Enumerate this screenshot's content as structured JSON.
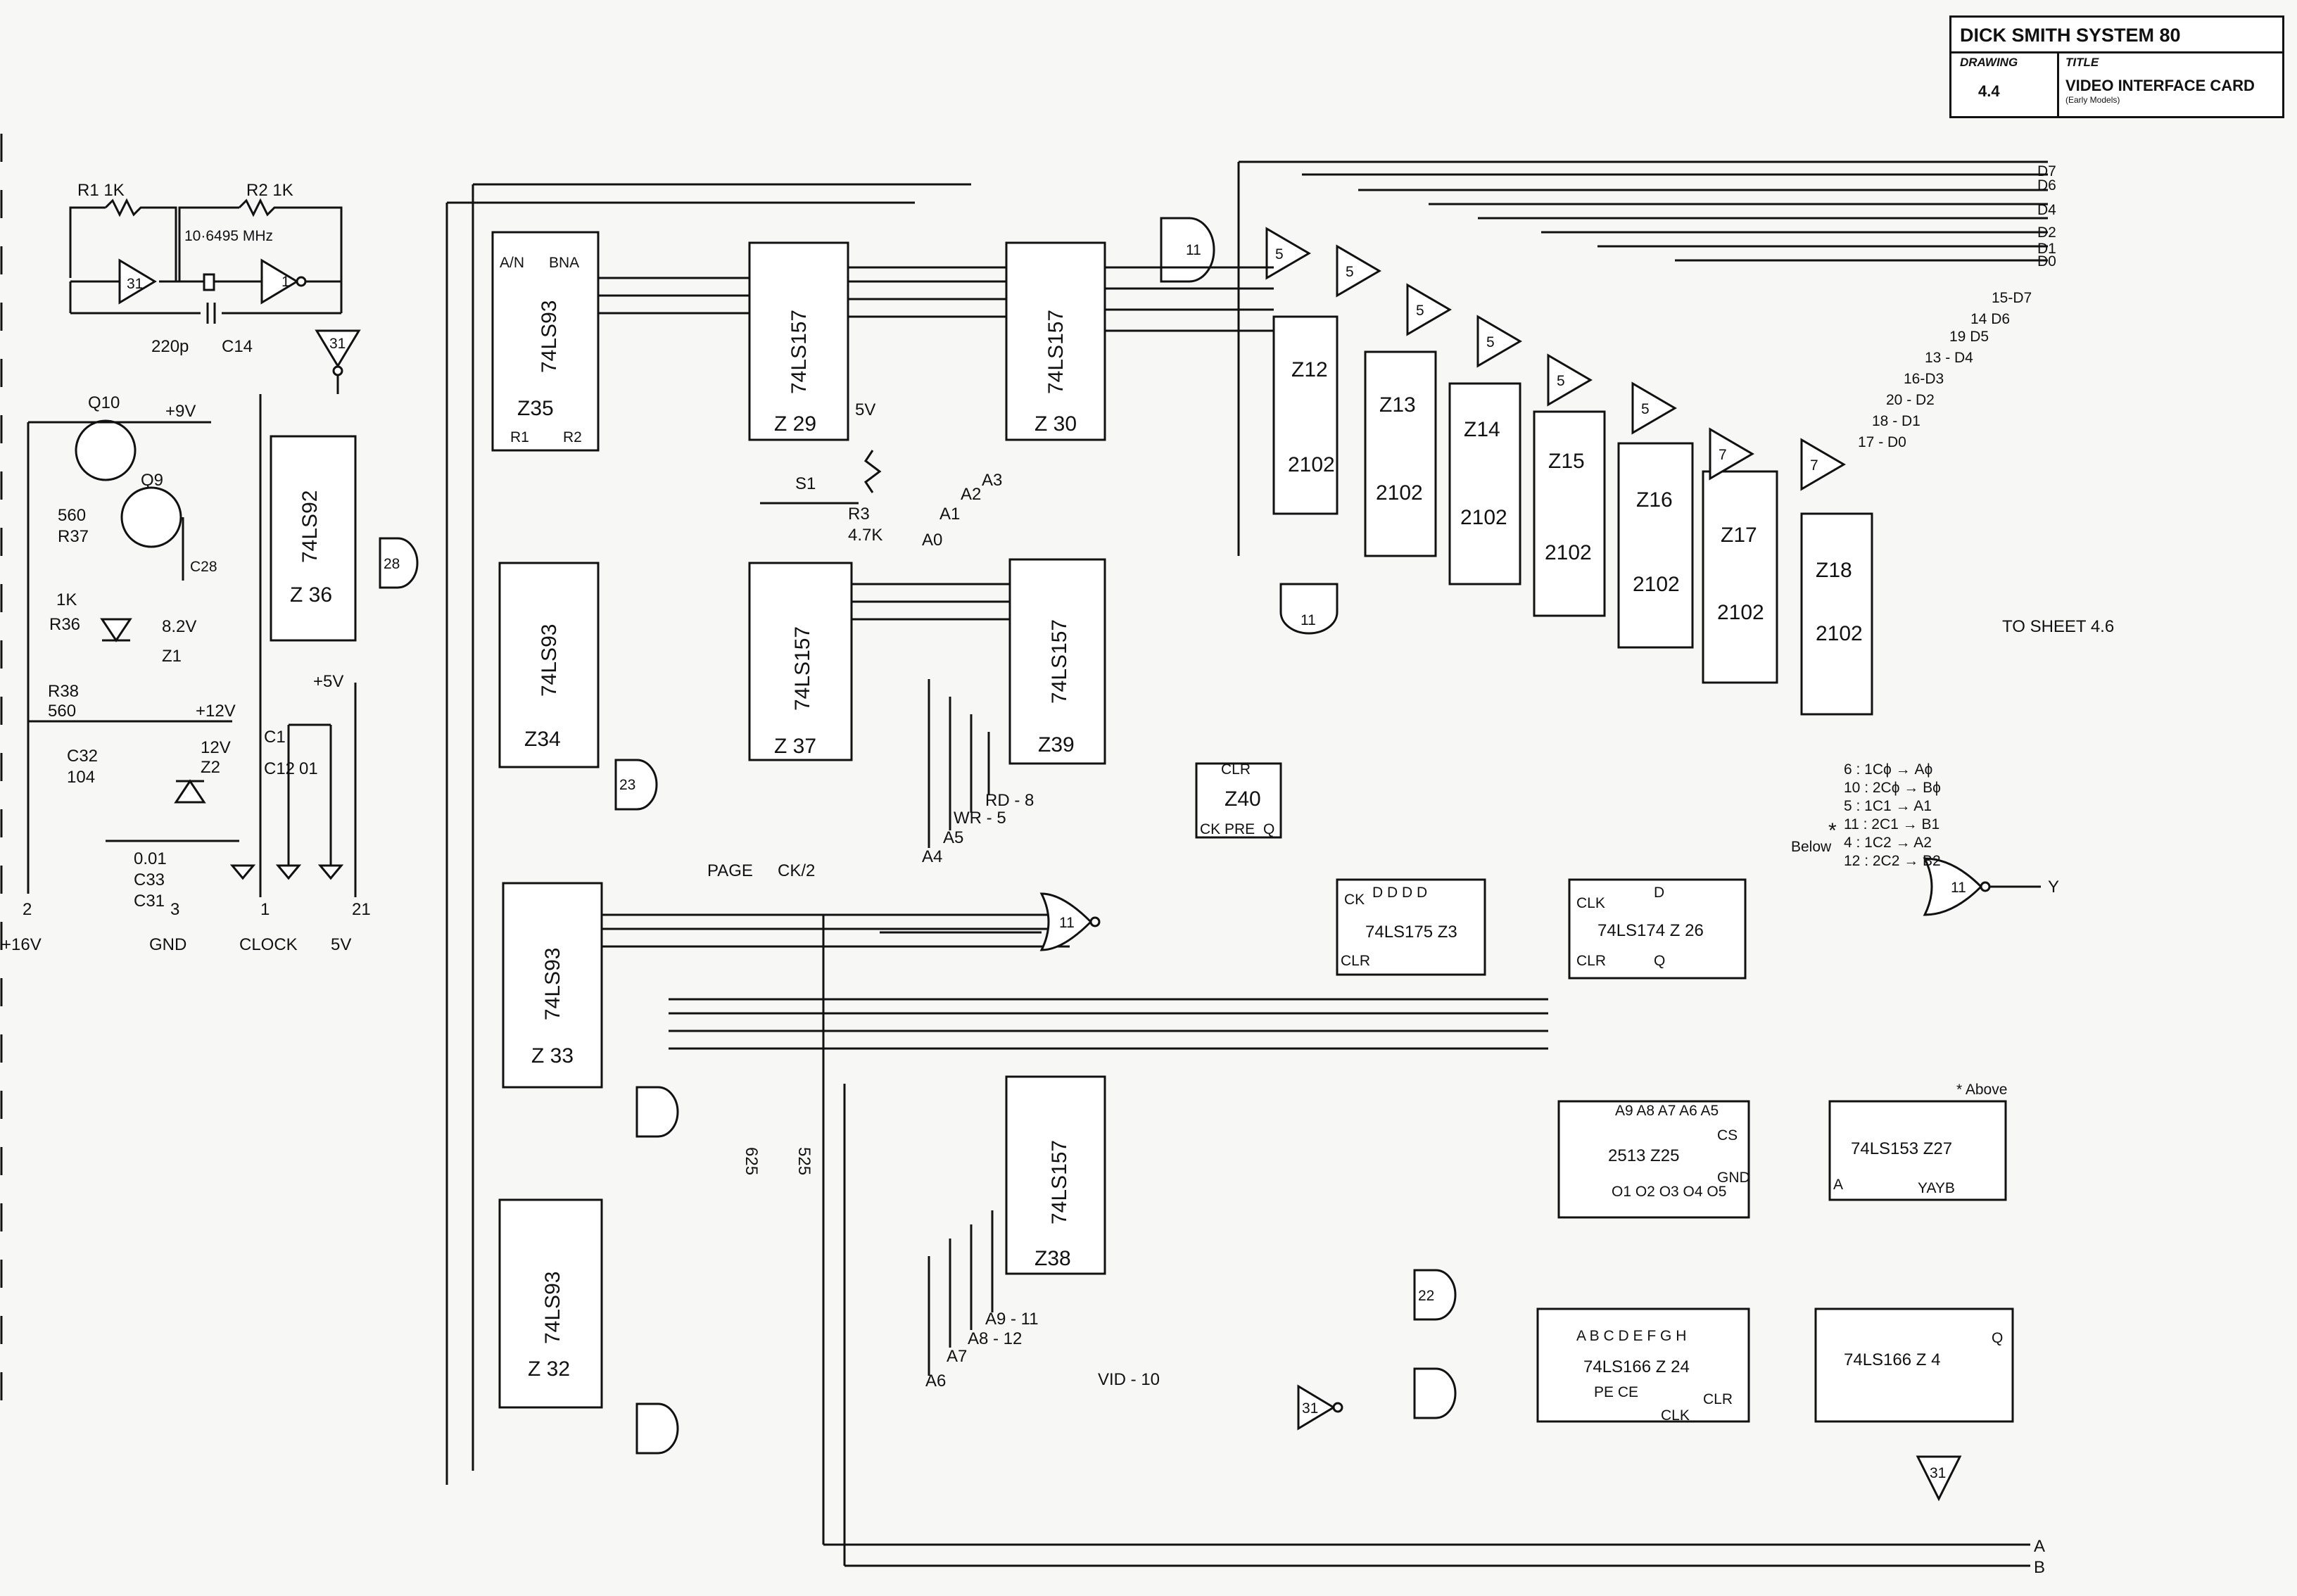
{
  "title_block": {
    "header": "DICK SMITH SYSTEM 80",
    "drawing_label": "DRAWING",
    "drawing_number": "4.4",
    "title_label": "TITLE",
    "title": "VIDEO INTERFACE CARD",
    "subtitle": "(Early Models)"
  },
  "sheet_ref": "TO SHEET 4.6",
  "clock": {
    "r1": "R1 1K",
    "r2": "R2 1K",
    "crystal": "10·6495 MHz",
    "cap": "220p",
    "cap_name": "C14"
  },
  "power": {
    "q10": "Q10",
    "q9": "Q9",
    "v9": "+9V",
    "r37v": "560",
    "r37": "R37",
    "c28": "C28",
    "r36v": "1K",
    "r36": "R36",
    "z1v": "8.2V",
    "z1": "Z1",
    "r38": "R38",
    "r38v": "560",
    "c32": "C32",
    "c32v": "104",
    "v12": "+12V",
    "v12b": "12V",
    "z2": "Z2",
    "c33v": "0.01",
    "c33": "C33",
    "c31": "C31",
    "c1": "C1",
    "c12": "C12",
    "c12v": "01",
    "v5": "+5V",
    "edge": [
      {
        "pin": "2",
        "label": "+16V"
      },
      {
        "pin": "3",
        "label": "GND"
      },
      {
        "pin": "1",
        "label": "CLOCK"
      },
      {
        "pin": "21",
        "label": "5V"
      }
    ]
  },
  "chips": {
    "z35": {
      "type": "74LS93",
      "ref": "Z35"
    },
    "z36": {
      "type": "74LS92",
      "ref": "Z 36"
    },
    "z34": {
      "type": "74LS93",
      "ref": "Z34"
    },
    "z33": {
      "type": "74LS93",
      "ref": "Z 33"
    },
    "z32": {
      "type": "74LS93",
      "ref": "Z 32"
    },
    "z29": {
      "type": "74LS157",
      "ref": "Z 29"
    },
    "z37": {
      "type": "74LS157",
      "ref": "Z 37"
    },
    "z30": {
      "type": "74LS157",
      "ref": "Z 30"
    },
    "z39": {
      "type": "74LS157",
      "ref": "Z39"
    },
    "z38": {
      "type": "74LS157",
      "ref": "Z38"
    },
    "z12": {
      "type": "2102",
      "ref": "Z12"
    },
    "z13": {
      "type": "2102",
      "ref": "Z13"
    },
    "z14": {
      "type": "2102",
      "ref": "Z14"
    },
    "z15": {
      "type": "2102",
      "ref": "Z15"
    },
    "z16": {
      "type": "2102",
      "ref": "Z16"
    },
    "z17": {
      "type": "2102",
      "ref": "Z17"
    },
    "z18": {
      "type": "2102",
      "ref": "Z18"
    },
    "z40": {
      "ref": "Z40",
      "clr": "CLR",
      "ck": "CK PRE",
      "q": "Q"
    },
    "z3": {
      "label": "74LS175 Z3",
      "ck": "CK",
      "d": "D  D  D  D",
      "clr": "CLR"
    },
    "z26": {
      "label": "74LS174   Z 26",
      "clk": "CLK",
      "d": "D",
      "clr": "CLR",
      "q": "Q"
    },
    "z25": {
      "label": "2513   Z25",
      "addr": "A9 A8 A7 A6 A5",
      "cs": "CS",
      "outs": "O1 O2 O3 O4 O5",
      "gnd": "GND"
    },
    "z27": {
      "label": "74LS153  Z27",
      "yayb": "YAYB",
      "a": "A"
    },
    "z24": {
      "label": "74LS166  Z 24",
      "inputs": "A B C D E F G H",
      "pe": "PE  CE",
      "clr": "CLR",
      "clk": "CLK"
    },
    "z4": {
      "label": "74LS166  Z 4",
      "q": "Q"
    },
    "z31": "31",
    "z28": "28",
    "z23": "23",
    "z22": "22"
  },
  "signals": {
    "s1": "S1",
    "r3": "R3",
    "r3v": "4.7K",
    "v5": "5V",
    "page": "PAGE",
    "ck2": "CK/2",
    "a0": "A0",
    "a1": "A1",
    "a2": "A2",
    "a3": "A3",
    "a4": "A4",
    "a5": "A5",
    "a6": "A6",
    "a7": "A7",
    "a8": "A8 - 12",
    "a9": "A9 - 11",
    "rd": "RD - 8",
    "wr": "WR - 5",
    "vid": "VID - 10",
    "s625": "625",
    "s525": "525",
    "y": "Y",
    "A": "A",
    "B": "B"
  },
  "data_bus_right": [
    "D7",
    "D6",
    "D4",
    "D2",
    "D1",
    "D0"
  ],
  "data_pins": [
    "15-D7",
    "14 D6",
    "19 D5",
    "13 - D4",
    "16-D3",
    "20 - D2",
    "18 - D1",
    "17 - D0"
  ],
  "notes": {
    "lines": [
      "6 : 1Cϕ → Aϕ",
      "10 : 2Cϕ → Bϕ",
      "5 : 1C1 → A1",
      "11 : 2C1 → B1",
      "4 : 1C2 → A2",
      "12 : 2C2 → B2"
    ],
    "below": "Below",
    "star": "*",
    "above": "* Above"
  }
}
